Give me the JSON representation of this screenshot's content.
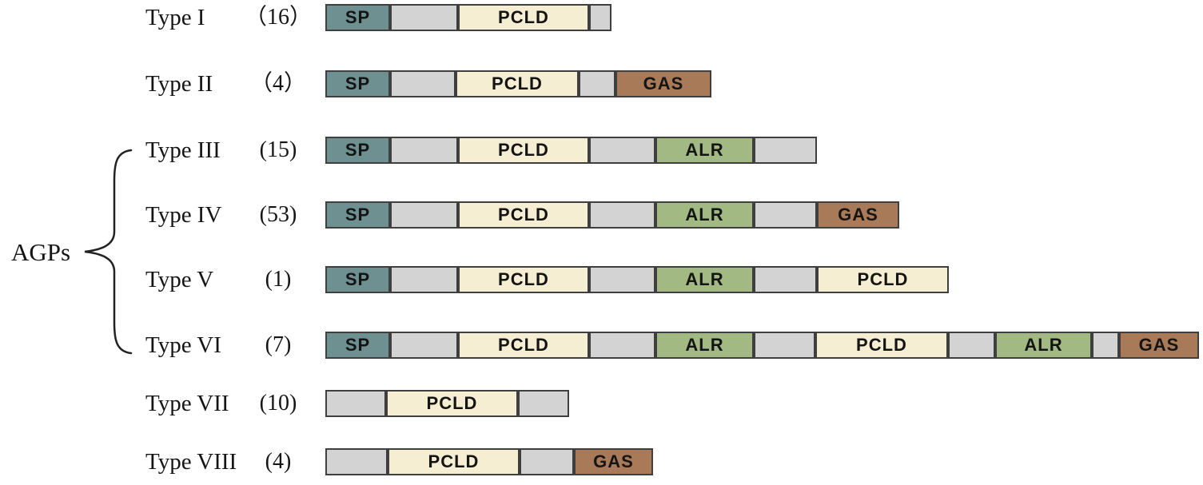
{
  "group_label": "AGPs",
  "domain_colors": {
    "SP": "#6E9090",
    "PCLD": "#F6EED2",
    "ALR": "#A2B983",
    "GAS": "#A97A58",
    "LINKER": "#D3D3D3",
    "border": "#3F3F3F"
  },
  "rows": [
    {
      "type_label": "Type I",
      "count_label": "（16）",
      "segments": [
        {
          "domain": "SP",
          "label": "SP",
          "width": 81
        },
        {
          "domain": "LINKER",
          "label": "",
          "width": 85
        },
        {
          "domain": "PCLD",
          "label": "PCLD",
          "width": 164
        },
        {
          "domain": "LINKER",
          "label": "",
          "width": 28
        }
      ]
    },
    {
      "type_label": "Type II",
      "count_label": "（4）",
      "segments": [
        {
          "domain": "SP",
          "label": "SP",
          "width": 81
        },
        {
          "domain": "LINKER",
          "label": "",
          "width": 82
        },
        {
          "domain": "PCLD",
          "label": "PCLD",
          "width": 154
        },
        {
          "domain": "LINKER",
          "label": "",
          "width": 46
        },
        {
          "domain": "GAS",
          "label": "GAS",
          "width": 120
        }
      ]
    },
    {
      "type_label": "Type III",
      "count_label": "(15)",
      "segments": [
        {
          "domain": "SP",
          "label": "SP",
          "width": 81
        },
        {
          "domain": "LINKER",
          "label": "",
          "width": 85
        },
        {
          "domain": "PCLD",
          "label": "PCLD",
          "width": 164
        },
        {
          "domain": "LINKER",
          "label": "",
          "width": 83
        },
        {
          "domain": "ALR",
          "label": "ALR",
          "width": 123
        },
        {
          "domain": "LINKER",
          "label": "",
          "width": 79
        }
      ]
    },
    {
      "type_label": "Type IV",
      "count_label": "(53)",
      "segments": [
        {
          "domain": "SP",
          "label": "SP",
          "width": 81
        },
        {
          "domain": "LINKER",
          "label": "",
          "width": 85
        },
        {
          "domain": "PCLD",
          "label": "PCLD",
          "width": 164
        },
        {
          "domain": "LINKER",
          "label": "",
          "width": 83
        },
        {
          "domain": "ALR",
          "label": "ALR",
          "width": 123
        },
        {
          "domain": "LINKER",
          "label": "",
          "width": 79
        },
        {
          "domain": "GAS",
          "label": "GAS",
          "width": 103
        }
      ]
    },
    {
      "type_label": "Type V",
      "count_label": "(1)",
      "segments": [
        {
          "domain": "SP",
          "label": "SP",
          "width": 81
        },
        {
          "domain": "LINKER",
          "label": "",
          "width": 85
        },
        {
          "domain": "PCLD",
          "label": "PCLD",
          "width": 164
        },
        {
          "domain": "LINKER",
          "label": "",
          "width": 83
        },
        {
          "domain": "ALR",
          "label": "ALR",
          "width": 123
        },
        {
          "domain": "LINKER",
          "label": "",
          "width": 79
        },
        {
          "domain": "PCLD",
          "label": "PCLD",
          "width": 165
        }
      ]
    },
    {
      "type_label": "Type VI",
      "count_label": "(7)",
      "segments": [
        {
          "domain": "SP",
          "label": "SP",
          "width": 81
        },
        {
          "domain": "LINKER",
          "label": "",
          "width": 85
        },
        {
          "domain": "PCLD",
          "label": "PCLD",
          "width": 164
        },
        {
          "domain": "LINKER",
          "label": "",
          "width": 83
        },
        {
          "domain": "ALR",
          "label": "ALR",
          "width": 123
        },
        {
          "domain": "LINKER",
          "label": "",
          "width": 77
        },
        {
          "domain": "PCLD",
          "label": "PCLD",
          "width": 166
        },
        {
          "domain": "LINKER",
          "label": "",
          "width": 59
        },
        {
          "domain": "ALR",
          "label": "ALR",
          "width": 121
        },
        {
          "domain": "LINKER",
          "label": "",
          "width": 34
        },
        {
          "domain": "GAS",
          "label": "GAS",
          "width": 100
        }
      ]
    },
    {
      "type_label": "Type VII",
      "count_label": "(10)",
      "segments": [
        {
          "domain": "LINKER",
          "label": "",
          "width": 76
        },
        {
          "domain": "PCLD",
          "label": "PCLD",
          "width": 165
        },
        {
          "domain": "LINKER",
          "label": "",
          "width": 64
        }
      ]
    },
    {
      "type_label": "Type VIII",
      "count_label": "(4)",
      "segments": [
        {
          "domain": "LINKER",
          "label": "",
          "width": 78
        },
        {
          "domain": "PCLD",
          "label": "PCLD",
          "width": 165
        },
        {
          "domain": "LINKER",
          "label": "",
          "width": 68
        },
        {
          "domain": "GAS",
          "label": "GAS",
          "width": 99
        }
      ]
    }
  ]
}
